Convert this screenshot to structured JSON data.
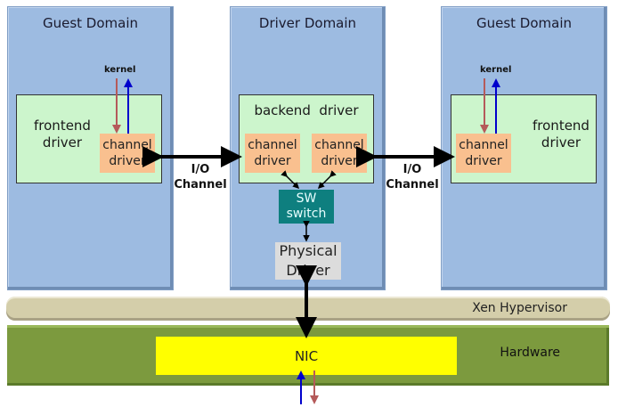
{
  "domains": {
    "left": {
      "title": "Guest Domain",
      "inner_label": "frontend driver",
      "channel_label": "channel driver",
      "kernel_label": "kernel"
    },
    "center": {
      "title": "Driver Domain",
      "inner_label": "backend  driver",
      "channel_left_label": "channel driver",
      "channel_right_label": "channel driver",
      "switch_label": "SW switch",
      "physical_label": "Physical Driver"
    },
    "right": {
      "title": "Guest Domain",
      "inner_label": "frontend driver",
      "channel_label": "channel driver",
      "kernel_label": "kernel"
    }
  },
  "io_channel_left": "I/O Channel",
  "io_channel_right": "I/O Channel",
  "hypervisor": {
    "label": "Xen Hypervisor"
  },
  "hardware": {
    "label": "Hardware",
    "nic_label": "NIC"
  },
  "colors": {
    "domain": "#9dbbe1",
    "inner": "#ccf5cc",
    "channel": "#f9c08f",
    "switch": "#0e7f7f",
    "physical": "#dcdcdc",
    "hypervisor": "#d4ceaa",
    "hardware": "#7c9a3e",
    "nic": "#ffff00",
    "arrow_down": "#b55a5a",
    "arrow_up": "#0000cc"
  }
}
